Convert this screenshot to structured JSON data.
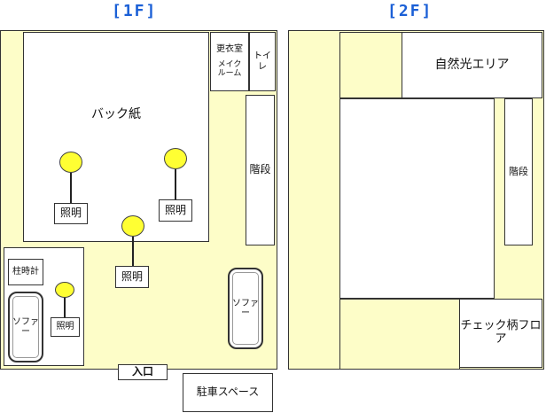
{
  "floors": {
    "first": {
      "label": "[1F]"
    },
    "second": {
      "label": "[2F]"
    }
  },
  "rooms_1f": {
    "backdrop": "バック紙",
    "changing_room": "更衣室",
    "makeup_room": "メイク\nルーム",
    "toilet": "トイレ",
    "stairs": "階段",
    "pillar_clock": "柱時計",
    "sofa_left": "ソファー",
    "sofa_right": "ソファー",
    "entrance": "入口",
    "parking": "駐車スペース",
    "lights": [
      "照明",
      "照明",
      "照明",
      "照明"
    ]
  },
  "rooms_2f": {
    "natural_light": "自然光エリア",
    "stairs": "階段",
    "checkered_floor": "チェック柄フロア"
  },
  "colors": {
    "floor_fill": "#fdfdc8",
    "lamp_fill": "#ffff33",
    "label_blue": "#1a5fd6"
  }
}
